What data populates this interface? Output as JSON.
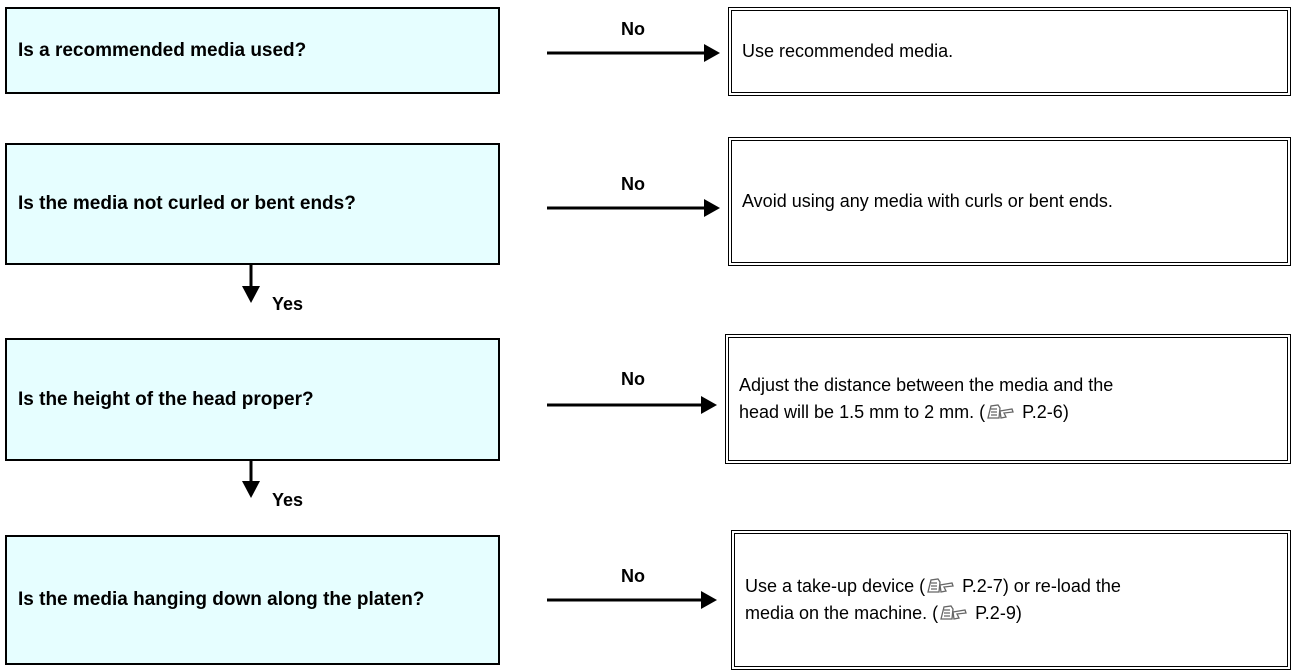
{
  "questions": [
    "Is a recommended media used?",
    "Is the media not curled or bent ends?",
    "Is the height of the head proper?",
    "Is the media hanging down along the platen?"
  ],
  "actions": [
    {
      "text": "Use recommended media."
    },
    {
      "text": "Avoid using any media with curls or bent ends."
    },
    {
      "line1": "Adjust the distance between the media and the",
      "line2_prefix": "head will be 1.5 mm to 2 mm. (",
      "line2_ref": "P.2-6",
      "line2_suffix": ")"
    },
    {
      "line1_prefix": "Use a take-up device (",
      "line1_ref": "P.2-7",
      "line1_suffix": ") or re-load the",
      "line2_prefix": "media on the machine. (",
      "line2_ref": "P.2-9",
      "line2_suffix": ")"
    }
  ],
  "no_label": "No",
  "yes_label": "Yes",
  "icons": {
    "reference": "book-pointer-icon"
  }
}
